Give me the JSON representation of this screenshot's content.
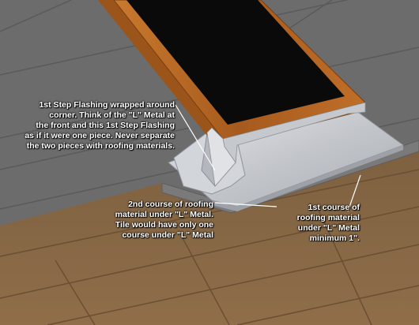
{
  "annotations": {
    "step_flashing": {
      "lines": [
        "1st Step Flashing wrapped around",
        "corner. Think of the \"L\" Metal at",
        "the front and this 1st Step Flashing",
        "as if it were one piece. Never separate",
        "the two pieces with roofing materials."
      ]
    },
    "second_course": {
      "lines": [
        "2nd course of roofing",
        "material under \"L\" Metal.",
        "Tile would have only one",
        "course under \"L\" Metal"
      ]
    },
    "first_course": {
      "lines": [
        "1st course of",
        "roofing material",
        "under \"L\" Metal",
        "minimum 1\"."
      ]
    }
  },
  "colors": {
    "roof_grey": "#6c6c6c",
    "deck_wood": "#8a6a45",
    "curb_wood": "#b5651d",
    "skylight_black": "#0a0a0a",
    "metal": "#c9ccd1"
  }
}
